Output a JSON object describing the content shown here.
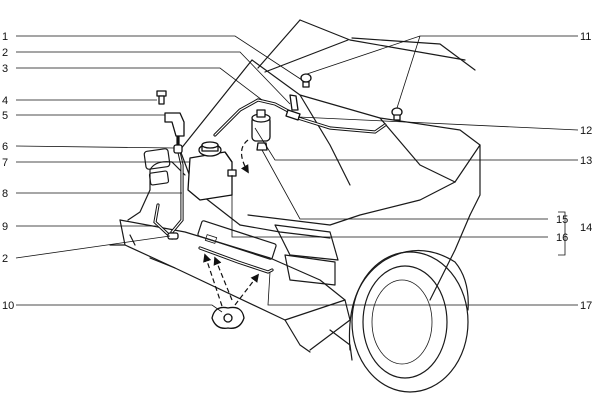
{
  "callouts": {
    "c1": "1",
    "c2a": "2",
    "c3": "3",
    "c4": "4",
    "c5": "5",
    "c6": "6",
    "c7": "7",
    "c8": "8",
    "c9": "9",
    "c2b": "2",
    "c10": "10",
    "c11": "11",
    "c12": "12",
    "c13": "13",
    "c15": "15",
    "c16": "16",
    "c14": "14",
    "c17": "17"
  }
}
